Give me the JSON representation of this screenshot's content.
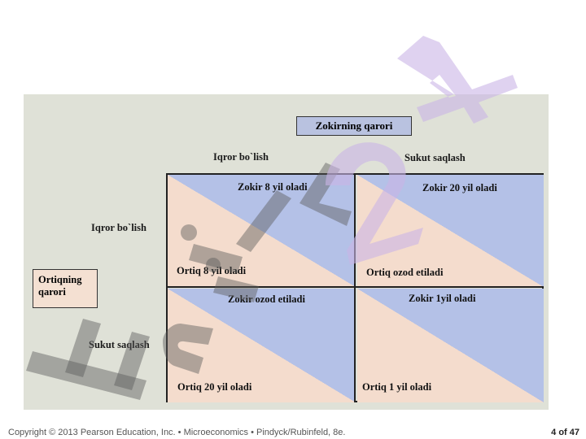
{
  "diagram": {
    "column_player": "Zokirning qarori",
    "row_player_line1": "Ortiqning",
    "row_player_line2": "qarori",
    "columns": [
      "Iqror bo`lish",
      "Sukut saqlash"
    ],
    "rows": [
      "Iqror bo`lish",
      "Sukut saqlash"
    ],
    "cells": [
      {
        "top": "Zokir 8 yil oladi",
        "bottom": "Ortiq 8 yil oladi"
      },
      {
        "top": "Zokir 20 yil oladi",
        "bottom": "Ortiq ozod etiladi"
      },
      {
        "top": "Zokir ozod etiladi",
        "bottom": "Ortiq 20 yil oladi"
      },
      {
        "top": "Zokir 1yil oladi",
        "bottom": "Ortiq 1 yil oladi"
      }
    ],
    "colors": {
      "blue": "#b4c1e7",
      "peach": "#f4dccd",
      "panel": "#dfe1d7"
    }
  },
  "footer": {
    "copyright": "Copyright © 2013 Pearson Education, Inc. • Microeconomics • Pindyck/Rubinfeld, 8e.",
    "page": "4 of 47"
  }
}
